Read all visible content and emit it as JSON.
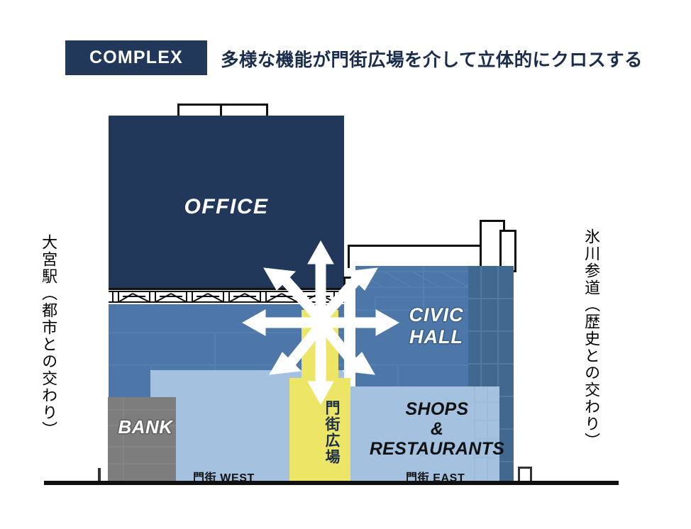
{
  "header": {
    "badge_label": "COMPLEX",
    "badge_color": "#21385a",
    "headline": "多様な機能が門街広場を介して立体的にクロスする",
    "headline_color": "#1b2d4d"
  },
  "side_captions": {
    "left": "大宮駅（都市との交わり）",
    "right": "氷川参道（歴史との交わり）"
  },
  "blocks": {
    "office": {
      "label": "OFFICE",
      "color": "#21385a"
    },
    "civic_hall": {
      "label": "CIVIC\nHALL",
      "line1": "CIVIC",
      "line2": "HALL",
      "color": "#4c77a8"
    },
    "bank": {
      "label": "BANK",
      "color": "#7d7d7d"
    },
    "plaza": {
      "label": "門街広場",
      "color": "#ede566"
    },
    "shops": {
      "line1": "SHOPS",
      "line2": "&",
      "line3": "RESTAURANTS",
      "color": "#a4c2e0"
    }
  },
  "ground_labels": {
    "west": "門街 WEST",
    "east": "門街 EAST"
  },
  "arrows": {
    "count": 8,
    "description": "eight-way white arrow burst radiating from the plaza core",
    "color": "#ffffff"
  },
  "palette": {
    "navy": "#21385a",
    "mid_blue": "#4c77a8",
    "light_blue": "#a4c2e0",
    "yellow": "#ede566",
    "gray": "#7d7d7d",
    "black": "#111111",
    "white": "#ffffff"
  }
}
